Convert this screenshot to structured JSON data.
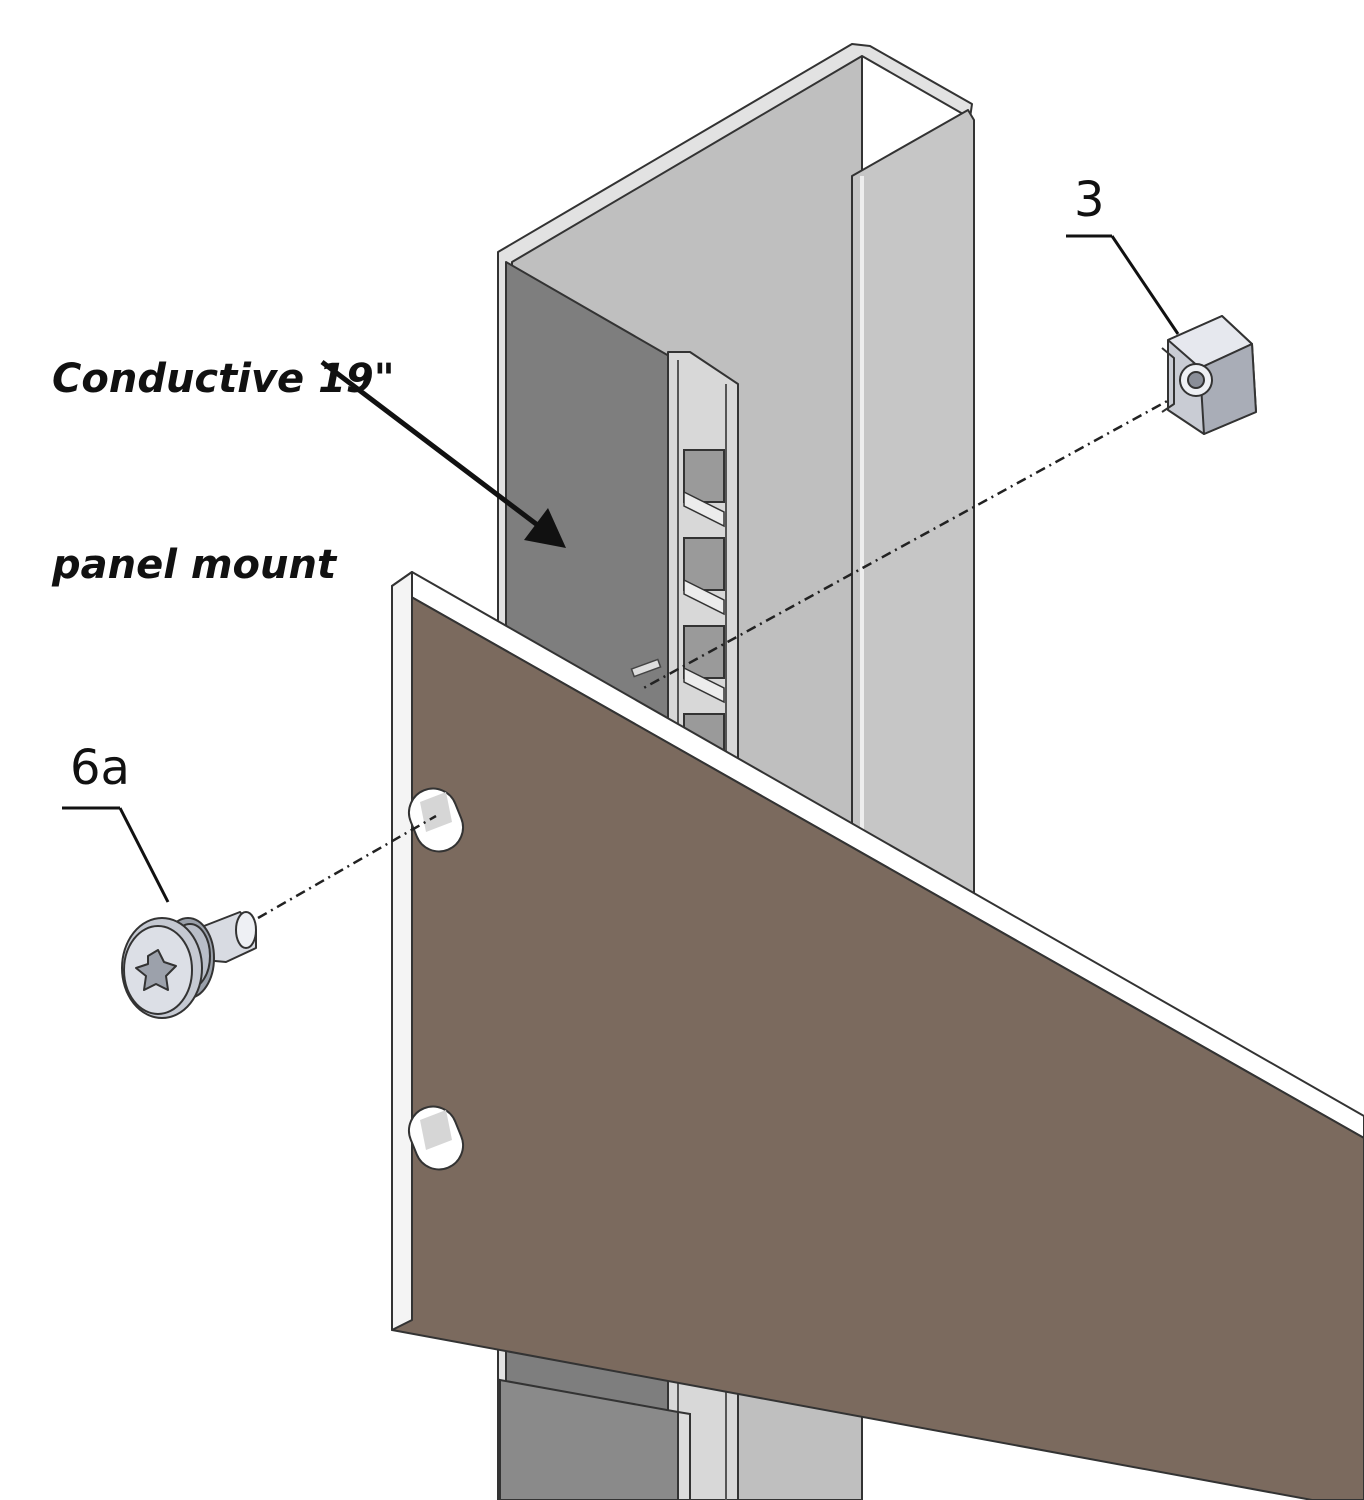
{
  "annotation": {
    "line1": "Conductive 19\"",
    "line2": "panel mount"
  },
  "parts": {
    "cage_nut_label": "3",
    "screw_label": "6a"
  },
  "colors": {
    "rail_front": "#808080",
    "rail_inner": "#bdbdbd",
    "rail_edge": "#e4e4e4",
    "panel_face": "#7b6a5e",
    "panel_edge": "#ffffff",
    "outline": "#333333",
    "hardware": "#c8ccd4"
  },
  "icons": [
    "cage-nut-icon",
    "screw-icon",
    "arrow-icon"
  ]
}
